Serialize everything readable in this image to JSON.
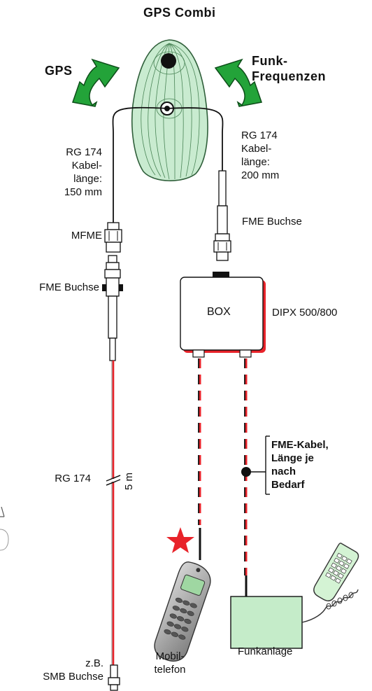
{
  "title": "GPS Combi",
  "arrows": {
    "gps_label": "GPS",
    "funk_label": "Funk-\nFrequenzen"
  },
  "cables": {
    "left_cable_label": "RG 174\nKabel-\nlänge:\n150 mm",
    "right_cable_label": "RG 174\nKabel-\nlänge:\n200 mm",
    "lower_cable_label": "RG 174",
    "length_mark": "5 m",
    "fme_cable_label": "FME-Kabel,\nLänge je\nnach\nBedarf"
  },
  "connectors": {
    "mfme_label": "MFME",
    "fme_left_label": "FME Buchse",
    "fme_right_label": "FME Buchse",
    "smb_label": "z.B.\nSMB Buchse"
  },
  "box": {
    "label": "BOX",
    "model_label": "DIPX 500/800"
  },
  "devices": {
    "phone_label": "Mobil-\ntelefon",
    "radio_label": "Funkanlage"
  },
  "colors": {
    "antenna_green": "#c9ebd0",
    "arrow_green": "#23a339",
    "cable_red": "#e8232a",
    "radio_green": "#c5ecc9",
    "star_red": "#e8232a"
  }
}
